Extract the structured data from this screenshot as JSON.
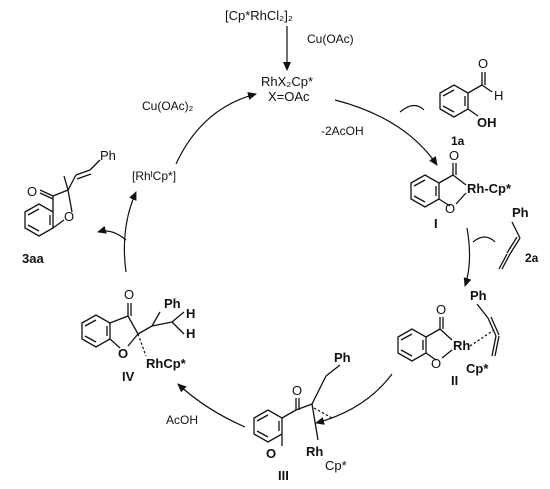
{
  "reagents": {
    "precursor": "[Cp*RhCl₂]₂",
    "cu_oac": "Cu(OAc)",
    "cu_oac2": "Cu(OAc)₂",
    "minus_acoh": "-2AcOH",
    "acoh": "AcOH"
  },
  "catalyst": {
    "line1": "RhX₂Cp*",
    "line2": "X=OAc"
  },
  "rh1_species": "[RhᴵCp*]",
  "compounds": {
    "c1a": "1a",
    "c2a": "2a",
    "c3aa": "3aa"
  },
  "intermediates": {
    "I": "I",
    "II": "II",
    "III": "III",
    "IV": "IV"
  },
  "atoms": {
    "O": "O",
    "H": "H",
    "OH": "OH",
    "Ph": "Ph",
    "Rh": "Rh",
    "Rh_Cp": "Rh-Cp*",
    "Cp": "Cp*",
    "RhCp": "RhCp*"
  }
}
